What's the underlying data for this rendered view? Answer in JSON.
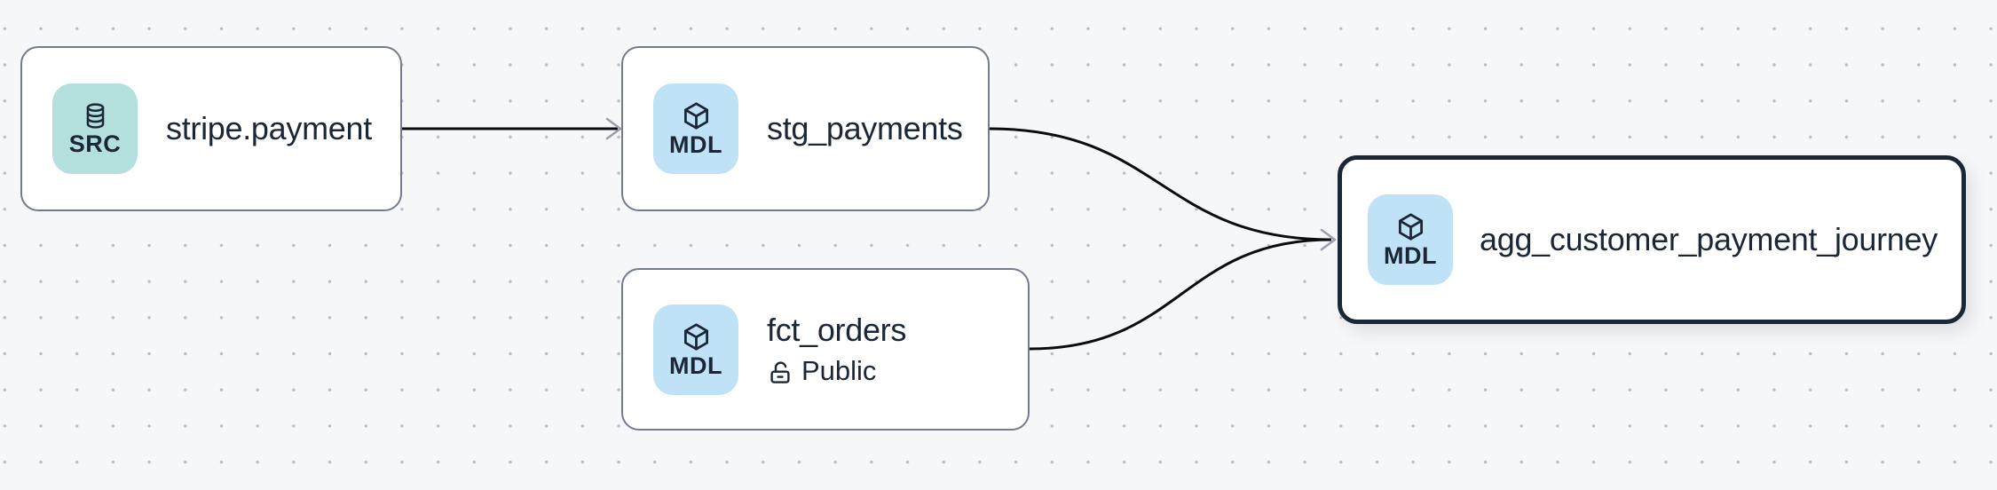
{
  "canvas": {
    "kind": "lineage-graph"
  },
  "colors": {
    "canvas_bg": "#f6f7f9",
    "dot": "#b7bbc5",
    "node_bg": "#ffffff",
    "node_border": "#737c8c",
    "selected_border": "#1b2636",
    "title_text": "#1b2636",
    "edge": "#0a0c0f",
    "arrowhead": "#99a0ac",
    "source_badge_bg": "#b3e0dc",
    "model_badge_bg": "#bfe2f7"
  },
  "nodes": [
    {
      "id": "stripe.payment",
      "title": "stripe.payment",
      "badge": "SRC",
      "icon": "database",
      "type": "source",
      "selected": false
    },
    {
      "id": "stg_payments",
      "title": "stg_payments",
      "badge": "MDL",
      "icon": "cube",
      "type": "model",
      "selected": false
    },
    {
      "id": "fct_orders",
      "title": "fct_orders",
      "badge": "MDL",
      "icon": "cube",
      "type": "model",
      "access": "Public",
      "selected": false
    },
    {
      "id": "agg_customer_payment_journey",
      "title": "agg_customer_payment_journey",
      "badge": "MDL",
      "icon": "cube",
      "type": "model",
      "selected": true
    }
  ],
  "edges": [
    {
      "source": "stripe.payment",
      "target": "stg_payments"
    },
    {
      "source": "stg_payments",
      "target": "agg_customer_payment_journey"
    },
    {
      "source": "fct_orders",
      "target": "agg_customer_payment_journey"
    }
  ]
}
